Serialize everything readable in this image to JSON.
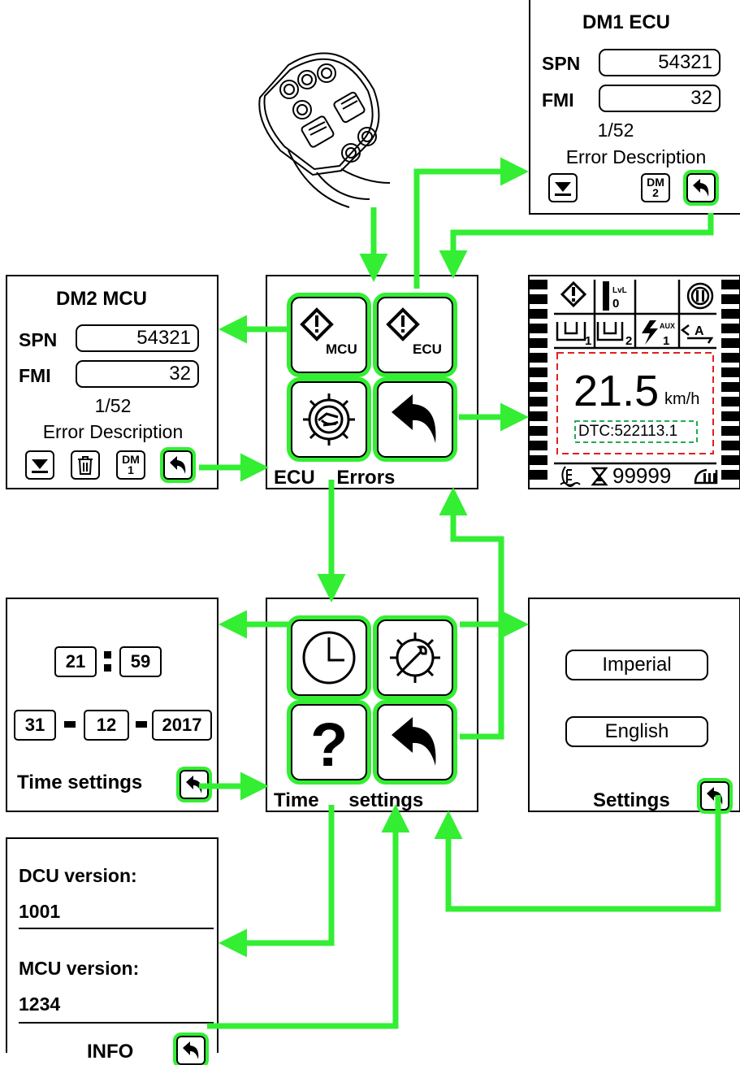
{
  "dm1": {
    "title": "DM1 ECU",
    "spn_label": "SPN",
    "spn_value": "54321",
    "fmi_label": "FMI",
    "fmi_value": "32",
    "counter": "1/52",
    "description": "Error Description",
    "dm_button": [
      "DM",
      "2"
    ]
  },
  "dm2": {
    "title": "DM2 MCU",
    "spn_label": "SPN",
    "spn_value": "54321",
    "fmi_label": "FMI",
    "fmi_value": "32",
    "counter": "1/52",
    "description": "Error Description",
    "dm_button": [
      "DM",
      "1"
    ]
  },
  "ecu_menu": {
    "caption": "ECU Errors",
    "mcu_tag": "MCU",
    "ecu_tag": "ECU"
  },
  "dashboard": {
    "speed": "21.5",
    "unit": "km/h",
    "dtc": "DTC:522113.1",
    "hours": "99999",
    "lvl_tag": "LvL",
    "lvl_value": "0",
    "aux_tag": "AUX",
    "aux_value": "1",
    "mode": "A",
    "tank1": "1",
    "tank2": "2"
  },
  "time_panel": {
    "hour": "21",
    "minute": "59",
    "day": "31",
    "month": "12",
    "year": "2017",
    "caption": "Time settings"
  },
  "time_menu": {
    "caption": "Time settings"
  },
  "settings": {
    "units": "Imperial",
    "language": "English",
    "caption": "Settings"
  },
  "info": {
    "dcu_label": "DCU version:",
    "dcu_value": "1001",
    "mcu_label": "MCU version:",
    "mcu_value": "1234",
    "caption": "INFO"
  },
  "colors": {
    "arrow": "#33ee33",
    "dashed_red": "#e02020",
    "dashed_green": "#22aa55"
  }
}
